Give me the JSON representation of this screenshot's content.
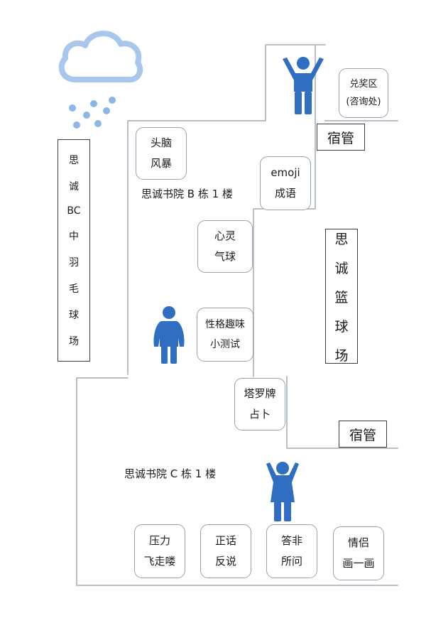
{
  "colors": {
    "wall": "#b7bfc7",
    "person": "#2f6ec0",
    "cloud": "#a8c7ec",
    "rain": "#8bb6e6",
    "booth_border": "#9aa3ad",
    "label_border": "#3a3a3a"
  },
  "icons": {
    "cloud": "rain-cloud-icon",
    "person": "person-icon"
  },
  "courts": {
    "badminton": [
      "思",
      "诚",
      "BC",
      "中",
      "羽",
      "毛",
      "球",
      "场"
    ],
    "basketball": [
      "思",
      "诚",
      "篮",
      "球",
      "场"
    ]
  },
  "dorms": {
    "upper": "宿管",
    "lower": "宿管"
  },
  "buildings": {
    "b": "思诚书院 B 栋 1 楼",
    "c": "思诚书院 C 栋 1 楼"
  },
  "booths": {
    "prize": [
      "兑奖区",
      "(咨询处)"
    ],
    "brainstorm": [
      "头脑",
      "风暴"
    ],
    "emoji": [
      "emoji",
      "成语"
    ],
    "balloon": [
      "心灵",
      "气球"
    ],
    "personality": [
      "性格趣味",
      "小测试"
    ],
    "tarot": [
      "塔罗牌",
      "占卜"
    ],
    "pressure": [
      "压力",
      "飞走喽"
    ],
    "reverse": [
      "正话",
      "反说"
    ],
    "mismatch": [
      "答非",
      "所问"
    ],
    "couple": [
      "情侣",
      "画一画"
    ]
  }
}
